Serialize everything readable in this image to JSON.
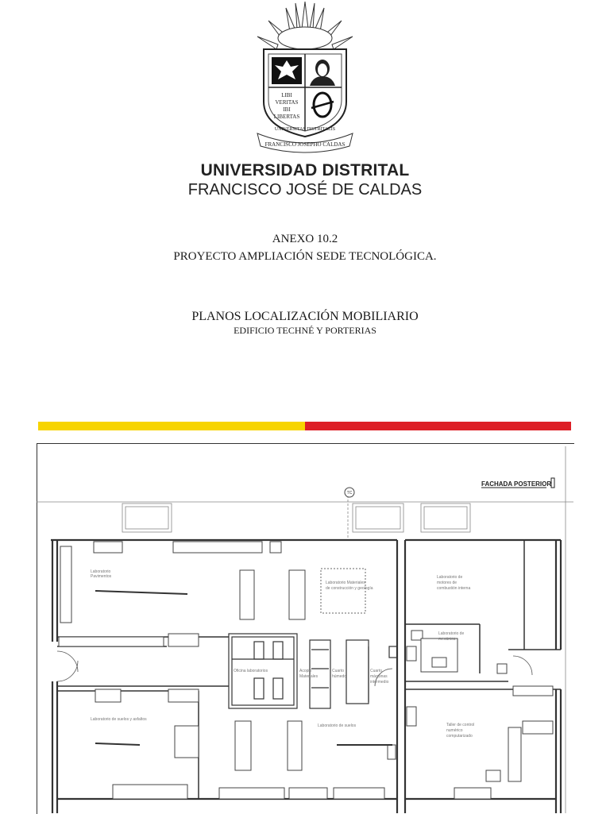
{
  "crest": {
    "motto": [
      "LIBI",
      "VERITAS",
      "IBI",
      "LIBERTAS"
    ],
    "ring_text": "UNIVERSITAS DISTRITALIS",
    "ribbon_text": "FRANCISCO JOSEPHO CALDAS"
  },
  "university": {
    "name_line1": "UNIVERSIDAD DISTRITAL",
    "name_line2": "FRANCISCO JOSÉ DE CALDAS"
  },
  "document": {
    "anexo": "ANEXO 10.2",
    "proyecto": "PROYECTO AMPLIACIÓN SEDE TECNOLÓGICA.",
    "planos": "PLANOS LOCALIZACIÓN MOBILIARIO",
    "edificio": "EDIFICIO TECHNÉ Y PORTERIAS"
  },
  "colors": {
    "bar_yellow": "#f7d400",
    "bar_red": "#dd1f26"
  },
  "plan": {
    "fachada": "FACHADA POSTERIOR",
    "marker": "TC",
    "rooms": {
      "pavimentos": [
        "Laboratorio",
        "Pavimentos"
      ],
      "materiales": [
        "Laboratorio Materiales",
        "de construcción y geología"
      ],
      "motores": [
        "Laboratorio de",
        "motores de",
        "combustión interna"
      ],
      "mecanica": [
        "Laboratorio de",
        "mecánica"
      ],
      "oficina": [
        "Oficina laboratorios"
      ],
      "acopio": [
        "Acopio",
        "Materiales"
      ],
      "cuarto_humedo": [
        "Cuarto",
        "húmedo"
      ],
      "cuarto_maquinas": [
        "Cuarto",
        "máquinas",
        "intermedio"
      ],
      "suelos_asfaltos": [
        "Laboratorio de suelos y asfaltos"
      ],
      "suelos": [
        "Laboratorio de suelos"
      ],
      "taller": [
        "Taller de control",
        "numérico",
        "computarizado"
      ]
    }
  }
}
